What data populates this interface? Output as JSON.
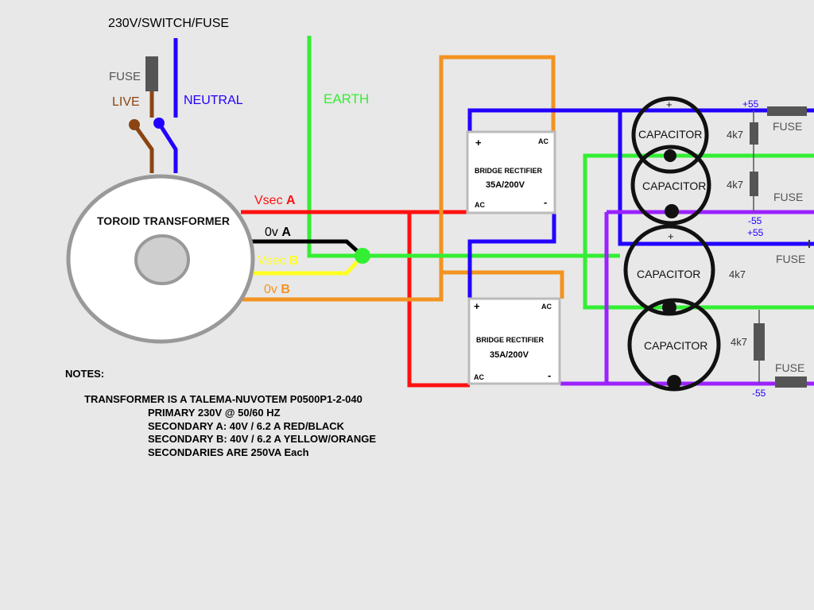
{
  "header": {
    "title": "230V/SWITCH/FUSE"
  },
  "mains": {
    "fuse_label": "FUSE",
    "live_label": "LIVE",
    "neutral_label": "NEUTRAL",
    "earth_label": "EARTH"
  },
  "transformer": {
    "label": "TOROID TRANSFORMER",
    "vsec_a_prefix": "Vsec",
    "vsec_a_suffix": "A",
    "zero_a_prefix": "0v",
    "zero_a_suffix": "A",
    "vsec_b_prefix": "Vsec",
    "vsec_b_suffix": "B",
    "zero_b_prefix": "0v",
    "zero_b_suffix": "B"
  },
  "rectifiers": [
    {
      "plus": "+",
      "ac_top": "AC",
      "ac_bottom": "AC",
      "minus": "-",
      "title": "BRIDGE RECTIFIER",
      "rating": "35A/200V"
    },
    {
      "plus": "+",
      "ac_top": "AC",
      "ac_bottom": "AC",
      "minus": "-",
      "title": "BRIDGE RECTIFIER",
      "rating": "35A/200V"
    }
  ],
  "capacitors": [
    {
      "label": "CAPACITOR",
      "plus": "+"
    },
    {
      "label": "CAPACITOR"
    },
    {
      "label": "CAPACITOR",
      "plus": "+"
    },
    {
      "label": "CAPACITOR"
    }
  ],
  "resistors": [
    "4k7",
    "4k7",
    "4k7",
    "4k7"
  ],
  "outputs": {
    "plus55_a": "+55",
    "fuse_a": "FUSE",
    "fuse_b": "FUSE",
    "minus55_a": "-55",
    "plus55_b": "+55",
    "fuse_c": "FUSE",
    "fuse_d": "FUSE",
    "minus55_b": "-55"
  },
  "notes": {
    "heading": "NOTES:",
    "lines": [
      "TRANSFORMER IS A TALEMA-NUVOTEM P0500P1-2-040",
      "PRIMARY 230V @ 50/60 HZ",
      "SECONDARY A: 40V / 6.2 A RED/BLACK",
      "SECONDARY B: 40V / 6.2 A YELLOW/ORANGE",
      "SECONDARIES ARE 250VA Each"
    ]
  },
  "colors": {
    "live": "#8b4513",
    "neutral": "#2200ff",
    "earth": "#33ee33",
    "vsec_a": "#ff1111",
    "zero_a": "#000000",
    "vsec_b": "#ffff22",
    "zero_b": "#f39322",
    "negative": "#9b22ff",
    "transformer": "#999999",
    "fuse": "#555555"
  }
}
